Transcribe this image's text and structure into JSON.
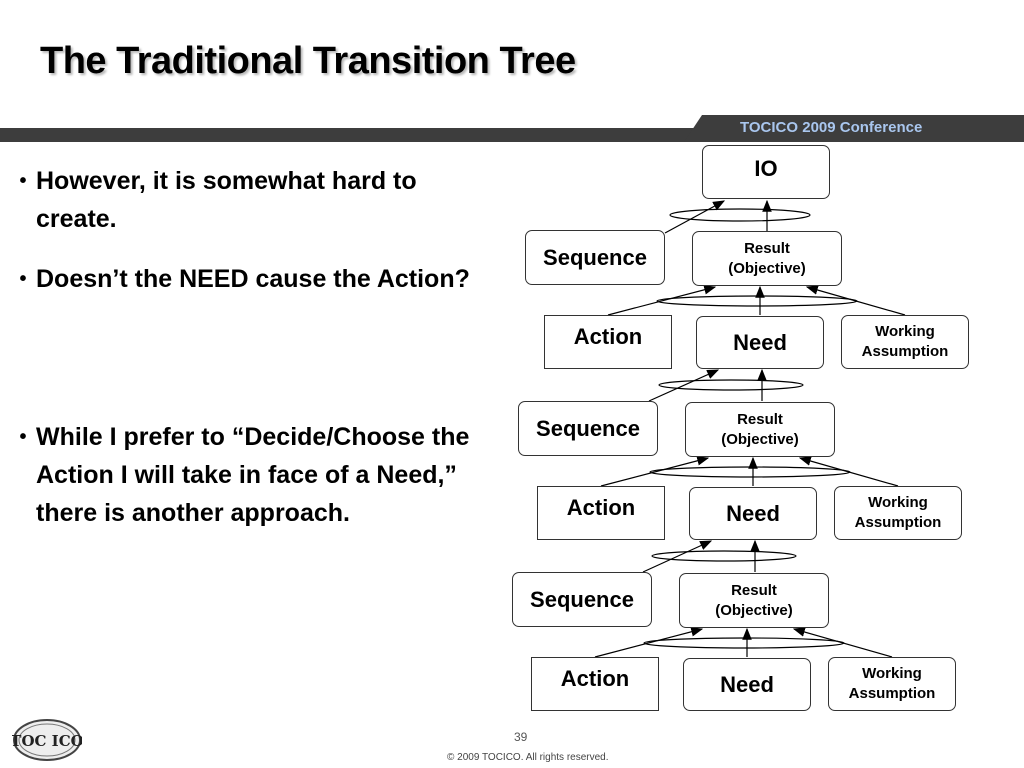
{
  "title": "The Traditional Transition Tree",
  "banner": "TOCICO 2009 Conference",
  "bullets": [
    "However, it is somewhat hard to create.",
    "Doesn’t the NEED cause the Action?",
    "While I prefer to “Decide/Choose the Action I will take in face of a Need,” there is another approach."
  ],
  "tree": {
    "io": "IO",
    "sequence": "Sequence",
    "result_line1": "Result",
    "result_line2": "(Objective)",
    "action": "Action",
    "need": "Need",
    "assumption_line1": "Working",
    "assumption_line2": "Assumption"
  },
  "footer": {
    "page_number": "39",
    "copyright": "© 2009 TOCICO. All rights reserved."
  },
  "logo_text": "TOC ICO"
}
